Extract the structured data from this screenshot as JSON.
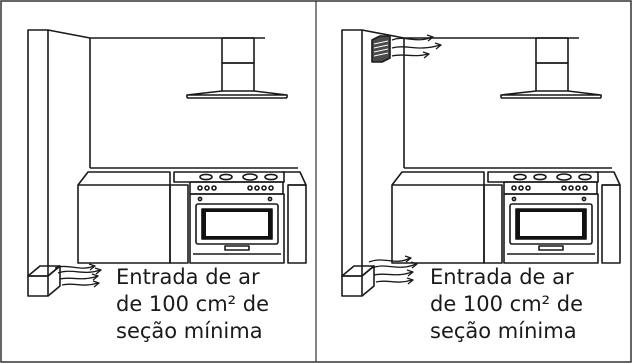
{
  "colors": {
    "line": "#1a1a1a",
    "background": "#ffffff",
    "frame": "#333333",
    "panel_fill": "#ffffff",
    "oven_window": "#111111",
    "vent_fill": "#4a4a4a"
  },
  "panels": [
    {
      "caption": [
        "Entrada de ar",
        "de 100 cm² de",
        "seção mínima"
      ],
      "has_upper_vent": false
    },
    {
      "caption": [
        "Entrada de ar",
        "de 100 cm² de",
        "seção mínima"
      ],
      "has_upper_vent": true
    }
  ]
}
